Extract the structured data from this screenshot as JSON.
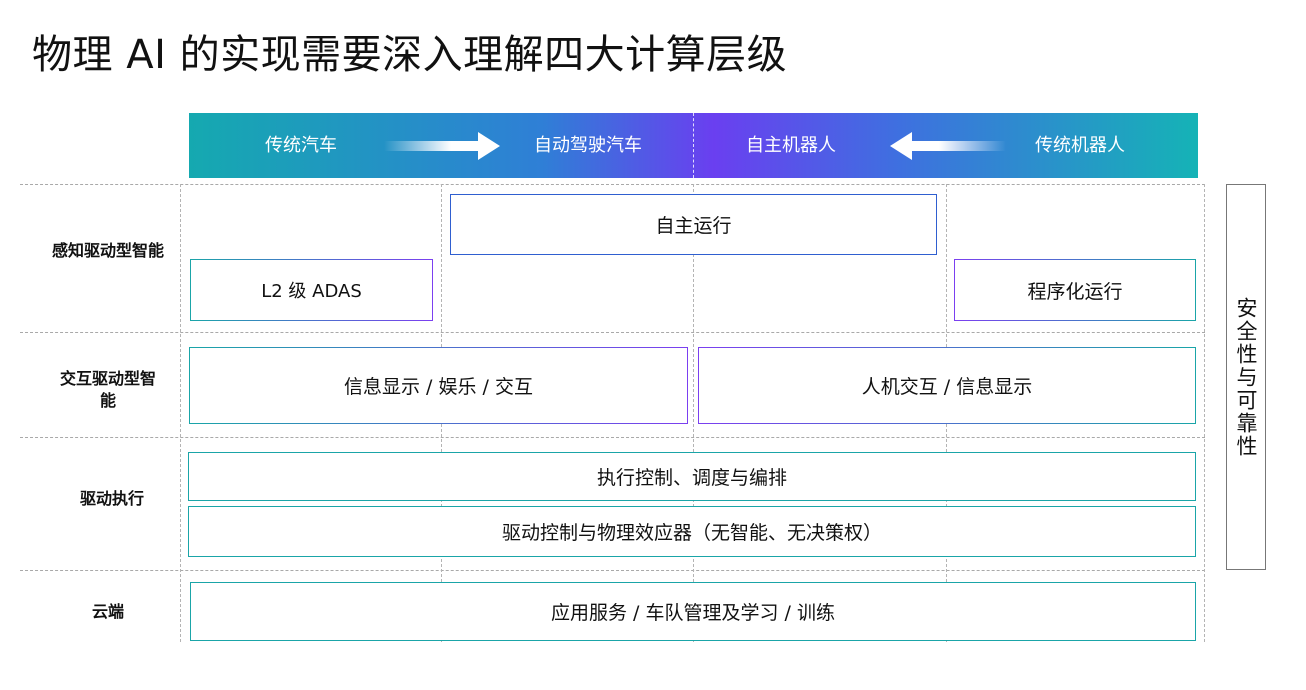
{
  "title": "物理 AI 的实现需要深入理解四大计算层级",
  "header": {
    "col1": "传统汽车",
    "col2": "自动驾驶汽车",
    "col3": "自主机器人",
    "col4": "传统机器人",
    "gradient_colors": [
      "#15a9b0",
      "#2f7fd6",
      "#6a3ff0",
      "#15b3b6"
    ]
  },
  "rows": {
    "perception": "感知驱动型智能",
    "interaction": "交互驱动型智能",
    "actuation": "驱动执行",
    "cloud": "云端"
  },
  "boxes": {
    "autonomous": "自主运行",
    "l2_adas": "L2 级 ADAS",
    "programmed": "程序化运行",
    "info_display": "信息显示 / 娱乐 / 交互",
    "hmi": "人机交互 / 信息显示",
    "exec_control": "执行控制、调度与编排",
    "drive_control": "驱动控制与物理效应器（无智能、无决策权）",
    "cloud_service": "应用服务 / 车队管理及学习 / 训练"
  },
  "side_label": "安全性与可靠性",
  "colors": {
    "blue_border": "#2f5fd0",
    "teal_border": "#1aa5a8",
    "purple": "#7b3ff0"
  }
}
